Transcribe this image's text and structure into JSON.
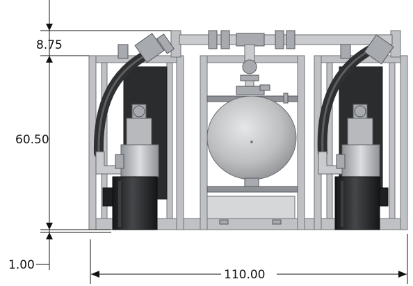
{
  "dimensions": {
    "top_offset": "8.75",
    "height": "60.50",
    "base_offset": "1.00",
    "width": "110.00"
  },
  "colors": {
    "frame": "#bfc1c4",
    "motor": "#1f2022",
    "tank": "#bdbec0",
    "hose": "#2f3032",
    "dimension_lines": "#111111"
  },
  "components": [
    "frame",
    "pressure-tank",
    "left-pump",
    "right-pump",
    "left-motor",
    "right-motor",
    "left-hose",
    "right-hose",
    "manifold-pipe",
    "control-box"
  ]
}
